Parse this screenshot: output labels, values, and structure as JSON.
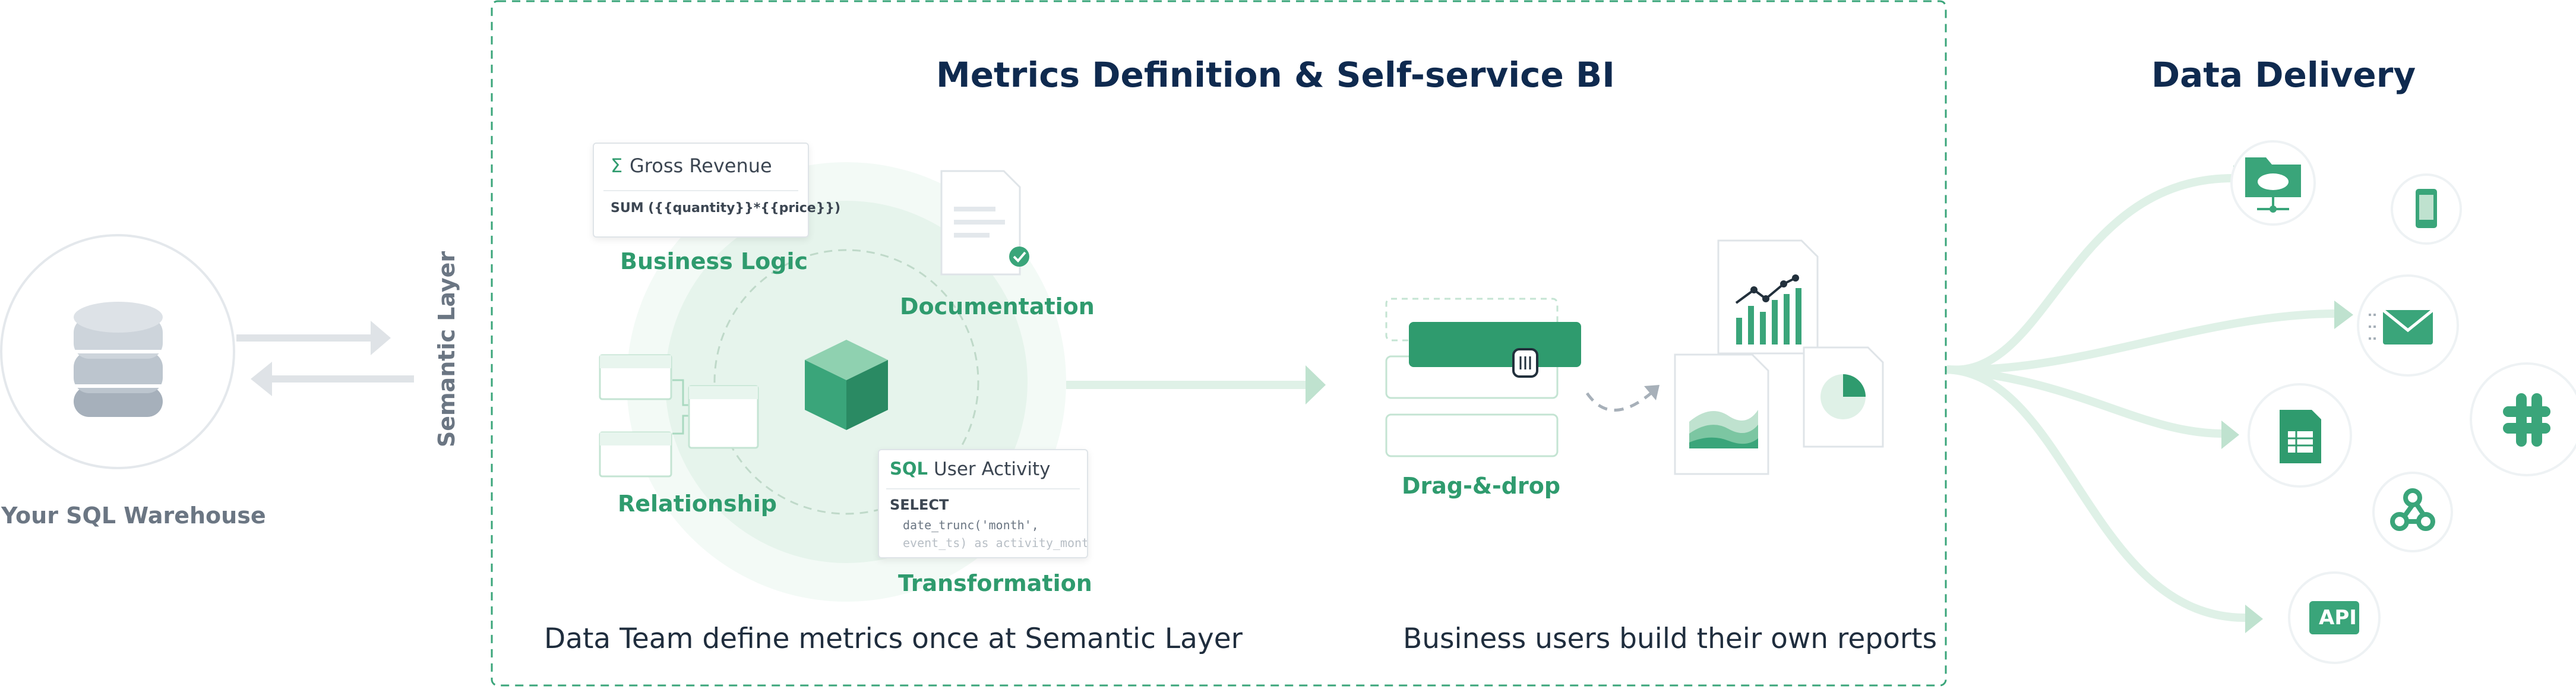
{
  "warehouse": {
    "label": "Your SQL Warehouse"
  },
  "semantic_layer": {
    "label": "Semantic Layer"
  },
  "metrics": {
    "title": "Metrics Definition & Self-service BI",
    "caption": "Data Team define metrics once at Semantic Layer",
    "business_logic": {
      "label": "Business Logic",
      "card_symbol": "Σ",
      "card_title": "Gross Revenue",
      "card_formula": "SUM ({{quantity}}*{{price}})"
    },
    "documentation": {
      "label": "Documentation"
    },
    "relationship": {
      "label": "Relationship"
    },
    "transformation": {
      "label": "Transformation",
      "card_tag": "SQL",
      "card_title": "User Activity",
      "card_line1": "SELECT",
      "card_line2": "date_trunc('month',",
      "card_line3": "event_ts) as activity_month"
    }
  },
  "self_service": {
    "drag_label": "Drag-&-drop",
    "caption": "Business users build their own reports"
  },
  "delivery": {
    "title": "Data Delivery",
    "api_label": "API"
  },
  "colors": {
    "brand_green": "#2f9b6e",
    "light_green": "#dff1e7",
    "navy": "#0f2a4f",
    "border_dash": "#3aa57a"
  }
}
